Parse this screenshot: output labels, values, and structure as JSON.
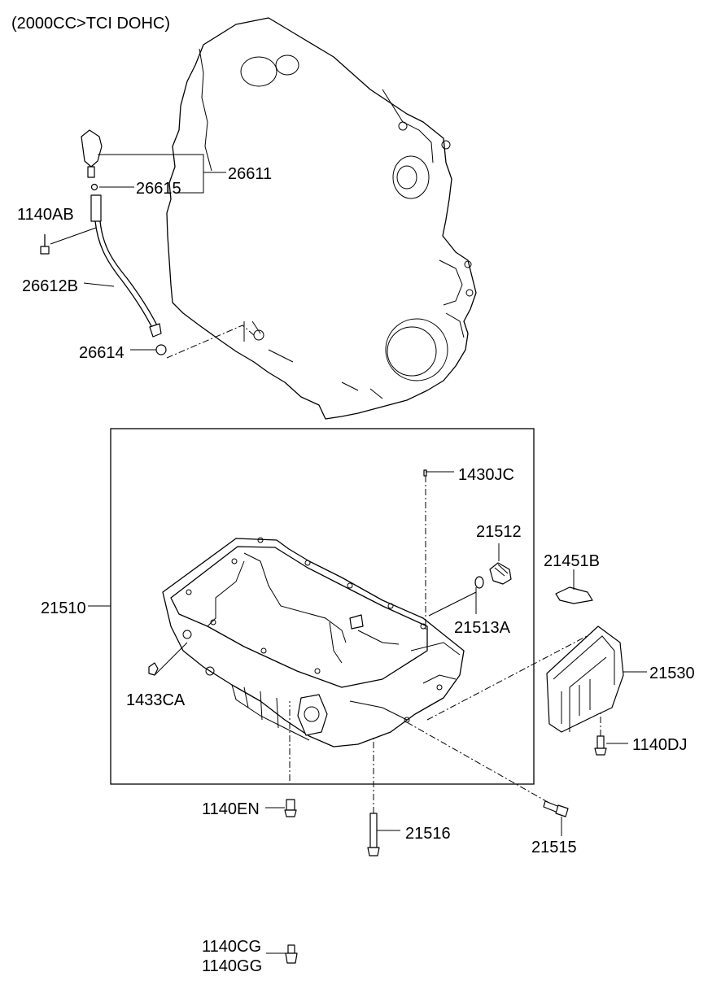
{
  "header": {
    "engine_spec": "(2000CC>TCI DOHC)"
  },
  "parts": {
    "p26611": "26611",
    "p26615": "26615",
    "p1140AB": "1140AB",
    "p26612B": "26612B",
    "p26614": "26614",
    "p1430JC": "1430JC",
    "p21512": "21512",
    "p21451B": "21451B",
    "p21510": "21510",
    "p21513A": "21513A",
    "p21530": "21530",
    "p1433CA": "1433CA",
    "p1140DJ": "1140DJ",
    "p1140EN": "1140EN",
    "p21516": "21516",
    "p21515": "21515",
    "p1140CG": "1140CG",
    "p1140GG": "1140GG"
  }
}
